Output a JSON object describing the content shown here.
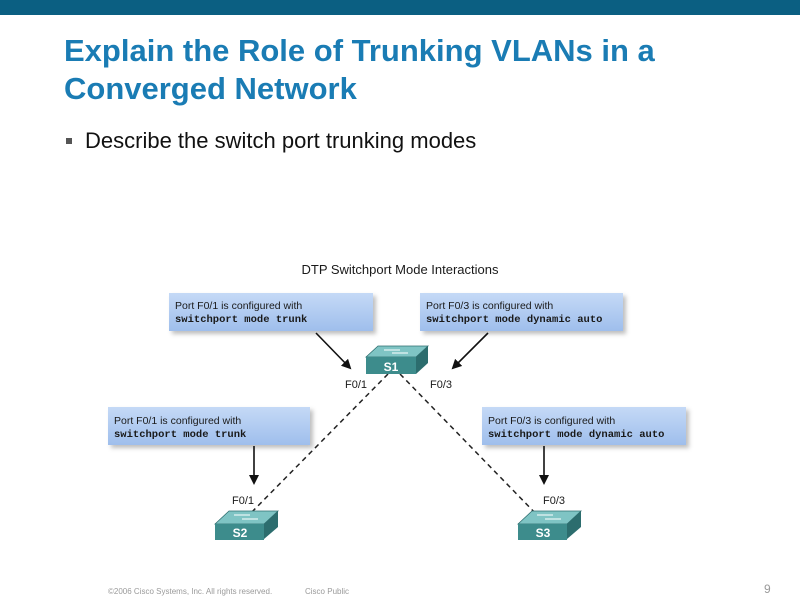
{
  "slide": {
    "title": "Explain the Role of Trunking VLANs in a Converged Network",
    "bullet": "Describe the switch port trunking modes",
    "page_number": "9"
  },
  "diagram": {
    "title": "DTP Switchport Mode Interactions",
    "callouts": [
      {
        "id": "s1-f01",
        "line1": "Port F0/1 is configured with",
        "line2": "switchport mode trunk"
      },
      {
        "id": "s1-f03",
        "line1": "Port F0/3 is configured with",
        "line2": "switchport mode dynamic auto"
      },
      {
        "id": "s2-f01",
        "line1": "Port F0/1 is configured with",
        "line2": "switchport mode trunk"
      },
      {
        "id": "s3-f03",
        "line1": "Port F0/3 is configured with",
        "line2": "switchport mode dynamic auto"
      }
    ],
    "switches": [
      {
        "id": "s1",
        "label": "S1"
      },
      {
        "id": "s2",
        "label": "S2"
      },
      {
        "id": "s3",
        "label": "S3"
      }
    ],
    "ports": {
      "s1_left": "F0/1",
      "s1_right": "F0/3",
      "s2": "F0/1",
      "s3": "F0/3"
    }
  },
  "footer": {
    "copyright": "©2006 Cisco Systems, Inc. All rights reserved.",
    "classification": "Cisco Public"
  },
  "colors": {
    "top_bar": "#0b5f82",
    "title": "#1a7cb4",
    "callout_fill": "#a9c7f0",
    "switch_front": "#3d8c8c",
    "switch_top": "#7fc4c4"
  }
}
